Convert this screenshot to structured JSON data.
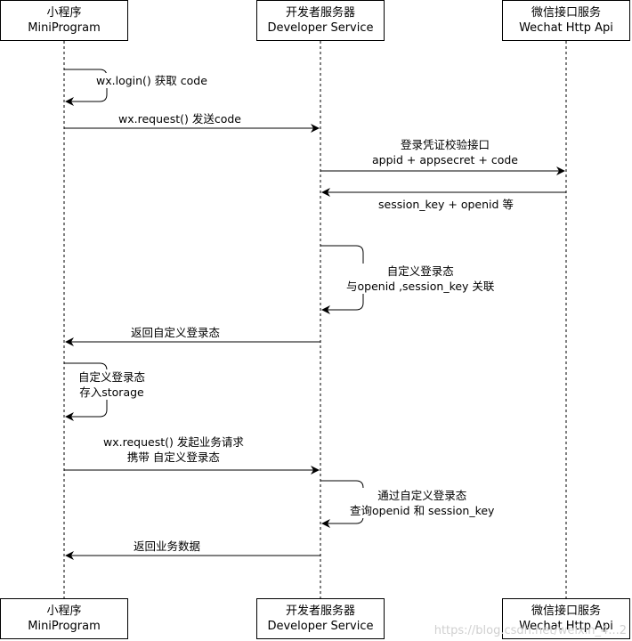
{
  "participants": [
    {
      "id": "mini",
      "name_cn": "小程序",
      "name_en": "MiniProgram"
    },
    {
      "id": "dev",
      "name_cn": "开发者服务器",
      "name_en": "Developer Service"
    },
    {
      "id": "wx",
      "name_cn": "微信接口服务",
      "name_en": "Wechat Http Api"
    }
  ],
  "messages": {
    "m1": {
      "line1": "wx.login() 获取 code"
    },
    "m2": {
      "line1": "wx.request() 发送code"
    },
    "m3": {
      "line1": "登录凭证校验接口",
      "line2": "appid + appsecret + code"
    },
    "m4": {
      "line1": "session_key + openid 等"
    },
    "m5": {
      "line1": "自定义登录态",
      "line2": "与openid ,session_key 关联"
    },
    "m6": {
      "line1": "返回自定义登录态"
    },
    "m7": {
      "line1": "自定义登录态",
      "line2": "存入storage"
    },
    "m8": {
      "line1": "wx.request() 发起业务请求",
      "line2": "携带 自定义登录态"
    },
    "m9": {
      "line1": "通过自定义登录态",
      "line2": "查询openid 和 session_key"
    },
    "m10": {
      "line1": "返回业务数据"
    }
  },
  "watermark": "https://blog.csdn.net/weixin_4...2"
}
